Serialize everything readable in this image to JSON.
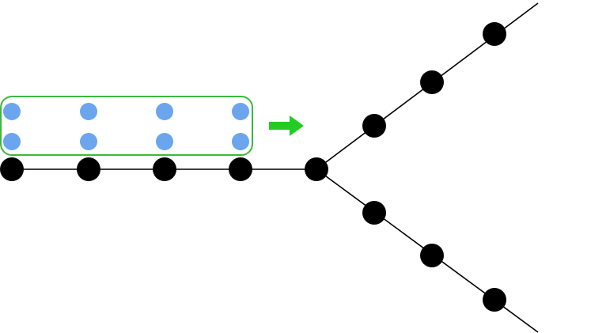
{
  "colors": {
    "background": "#ffffff",
    "edge": "#000000",
    "node": "#000000",
    "highlight_node": "#6aa5ee",
    "highlight_frame": "#3cb83c",
    "arrow": "#22cc22"
  },
  "diagram": {
    "left_group": {
      "highlight_rows": 2,
      "highlight_columns": 4,
      "main_nodes": 4
    },
    "junction": {
      "branches": 2,
      "nodes_per_branch": 3
    },
    "arrow_icon": "arrow-right-icon"
  }
}
